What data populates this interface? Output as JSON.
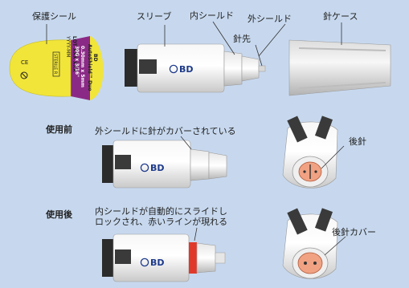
{
  "labels": {
    "protective_seal": "保護シール",
    "sleeve": "スリーブ",
    "inner_shield": "内シールド",
    "outer_shield": "外シールド",
    "needle_tip": "針先",
    "needle_case": "針ケース",
    "before_use": "使用前",
    "before_desc": "外シールドに針がカバーされている",
    "rear_needle": "後針",
    "after_use": "使用後",
    "after_desc": "内シールドが自動的にスライドし\nロックされ、赤いラインが現れる",
    "rear_needle_cover": "後針カバー"
  },
  "seal": {
    "brand": "BD",
    "product": "AutoShield™ Duo",
    "size": "0.30mm x 5mm",
    "gauge": "30G x 3/16\"",
    "sterile": "STERILE R",
    "lot": "LOT XXX XXX",
    "exp": "YYYY-MM"
  },
  "brand_mark": "BD",
  "colors": {
    "background": "#c7d8ee",
    "seal_yellow": "#f1e53a",
    "seal_purple": "#8a2a86",
    "brand_blue": "#1e3b8c",
    "red_line": "#e0392b",
    "rear_needle_cover": "#f0a283"
  }
}
